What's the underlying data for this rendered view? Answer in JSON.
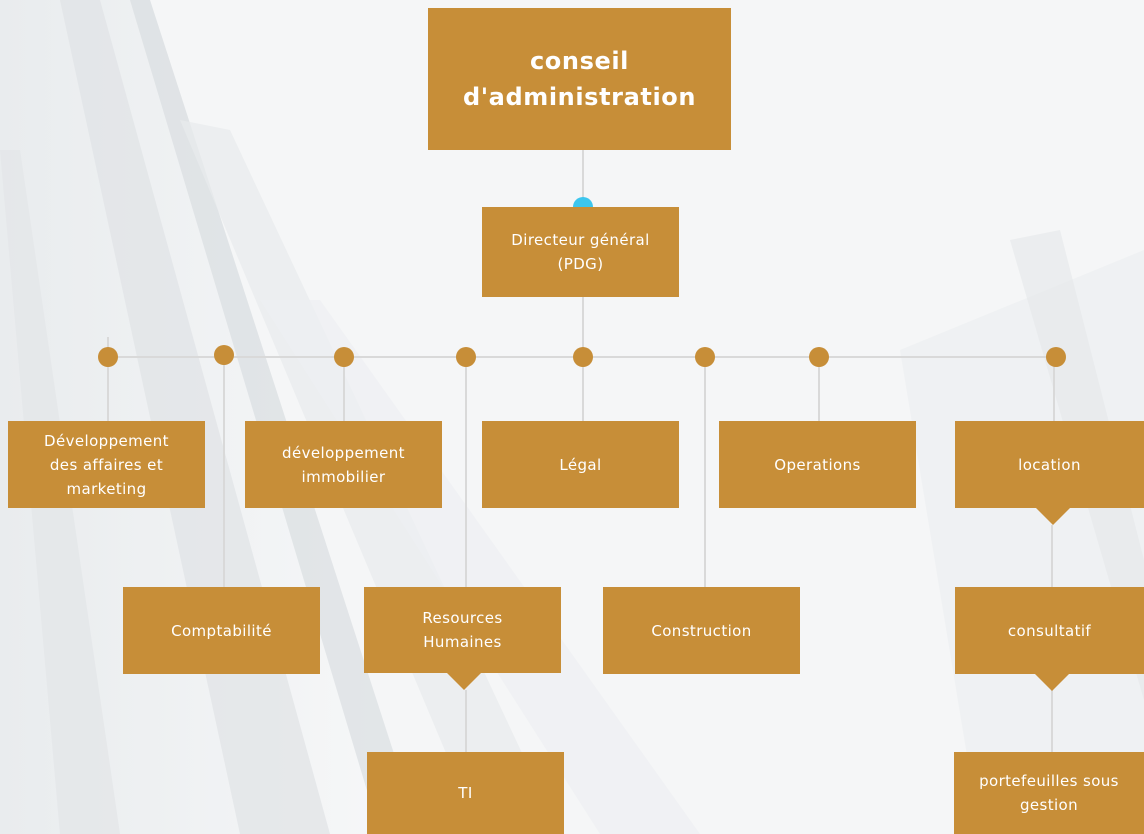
{
  "diagram": {
    "board": "conseil d'administration",
    "ceo": "Directeur général (PDG)",
    "departments": {
      "business_dev": "Développement des affaires et marketing",
      "accounting": "Comptabilité",
      "real_estate_dev": "développement immobilier",
      "hr": "Resources Humaines",
      "it": "TI",
      "legal": "Légal",
      "construction": "Construction",
      "operations": "Operations",
      "leasing": "location",
      "advisory": "consultatif",
      "portfolios": "portefeuilles sous gestion"
    }
  },
  "colors": {
    "box": "#c78e38",
    "connector_dot": "#c78e38",
    "ceo_dot": "#3cc6ee",
    "line": "#d9d9d9"
  }
}
